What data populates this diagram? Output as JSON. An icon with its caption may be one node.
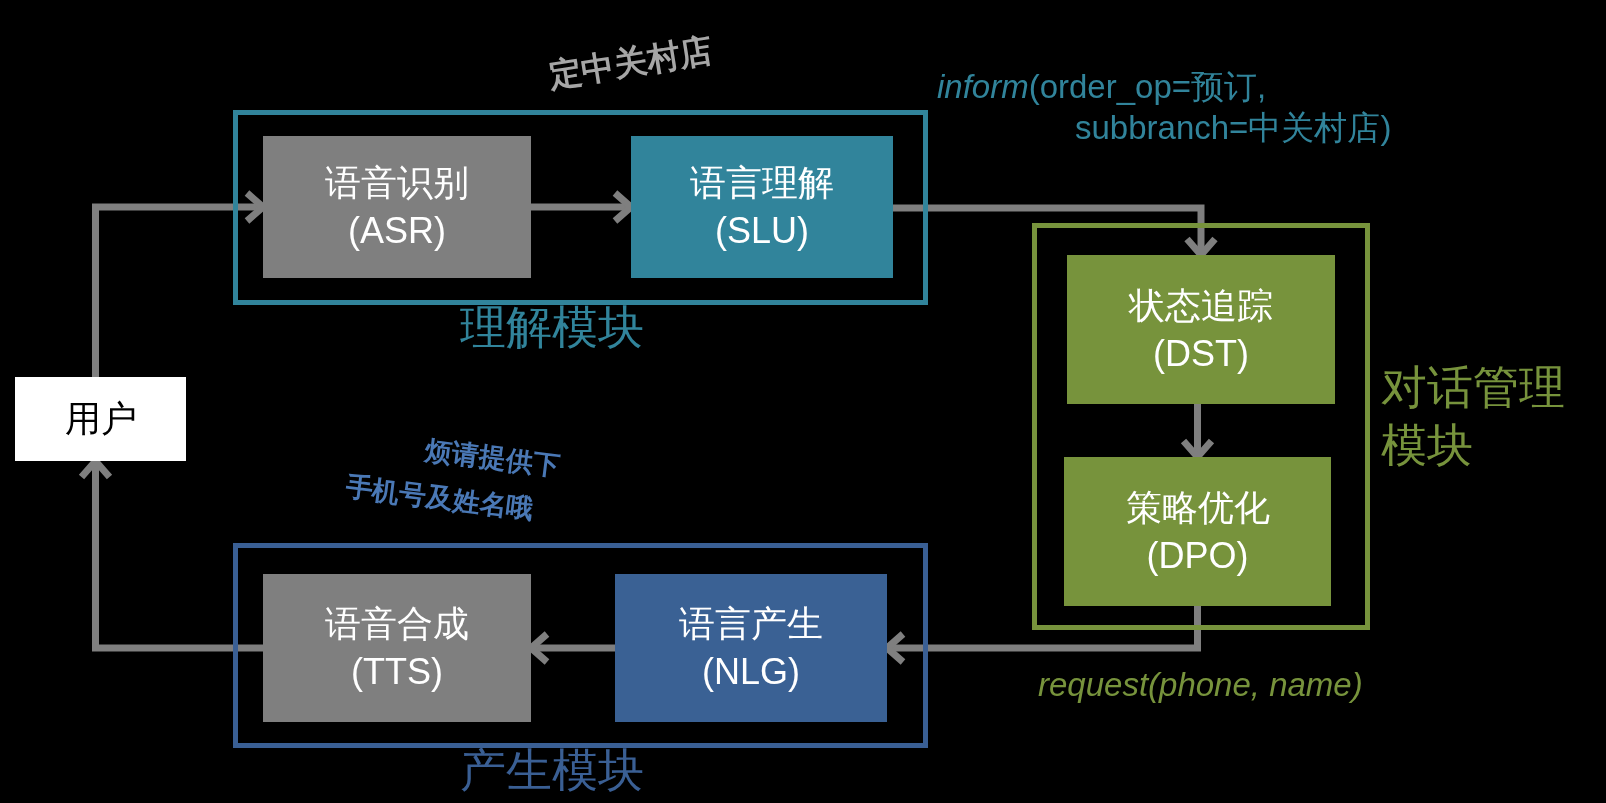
{
  "diagram": {
    "nodes": [
      {
        "text": [
          "用户"
        ]
      },
      {
        "text": [
          "理解模块"
        ]
      },
      {
        "text": [
          "语音识别 (ASR)"
        ],
        "in": 1
      },
      {
        "text": [
          "语言理解 (SLU)"
        ],
        "in": 1
      },
      {
        "text": [
          "对话管理模块"
        ]
      },
      {
        "text": [
          "状态追踪 (DST)"
        ],
        "in": 4
      },
      {
        "text": [
          "策略优化 (DPO)"
        ],
        "in": 4
      },
      {
        "text": [
          "产生模块"
        ]
      },
      {
        "text": [
          "语言产生 (NLG)"
        ],
        "in": 7
      },
      {
        "text": [
          "语音合成 (TTS)"
        ],
        "in": 7
      }
    ],
    "edges": [
      {
        "from": 0,
        "to": 2,
        "arrow": "to"
      },
      {
        "from": 2,
        "to": 3,
        "arrow": "to"
      },
      {
        "from": 3,
        "to": 5,
        "arrow": "to",
        "label": "*inform*(order_op=预订, subbranch=中关村店)"
      },
      {
        "from": 5,
        "to": 6,
        "arrow": "to"
      },
      {
        "from": 6,
        "to": 8,
        "arrow": "to",
        "label": "request(phone, name)"
      },
      {
        "from": 8,
        "to": 9,
        "arrow": "to"
      },
      {
        "from": 9,
        "to": 0,
        "arrow": "to"
      }
    ],
    "labels": [
      "定中关村店",
      "烦请提供下",
      "手机号及姓名哦"
    ]
  }
}
